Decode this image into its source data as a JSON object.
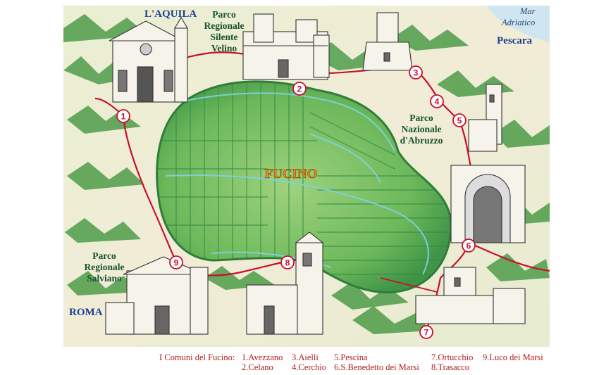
{
  "places": {
    "laquila": "L'AQUILA",
    "roma": "ROMA",
    "pescara": "Pescara",
    "sea": [
      "Mar",
      "Adriatico"
    ],
    "park_sirente": [
      "Parco",
      "Regionale",
      "Silente",
      "Velino"
    ],
    "park_abruzzo": [
      "Parco",
      "Nazionale",
      "d'Abruzzo"
    ],
    "park_salviano": [
      "Parco",
      "Regionale",
      "Salviano"
    ],
    "fucino": "FUCINO"
  },
  "markers": [
    "1",
    "2",
    "3",
    "4",
    "5",
    "6",
    "7",
    "8",
    "9"
  ],
  "legend": {
    "title": "I Comuni del Fucino:",
    "items": [
      "1.Avezzano",
      "2.Celano",
      "3.Aielli",
      "4.Cerchio",
      "5.Pescina",
      "6.S.Benedetto dei Marsi",
      "7.Ortucchio",
      "8.Trasacco",
      "9.Luco dei Marsi"
    ]
  },
  "colors": {
    "route": "#c8102e",
    "legend_text": "#b01b1b",
    "fields": "#4ea64a",
    "city_label": "#1f3f8f",
    "park_label": "#14532d",
    "fucino_label": "#f28c1e"
  }
}
